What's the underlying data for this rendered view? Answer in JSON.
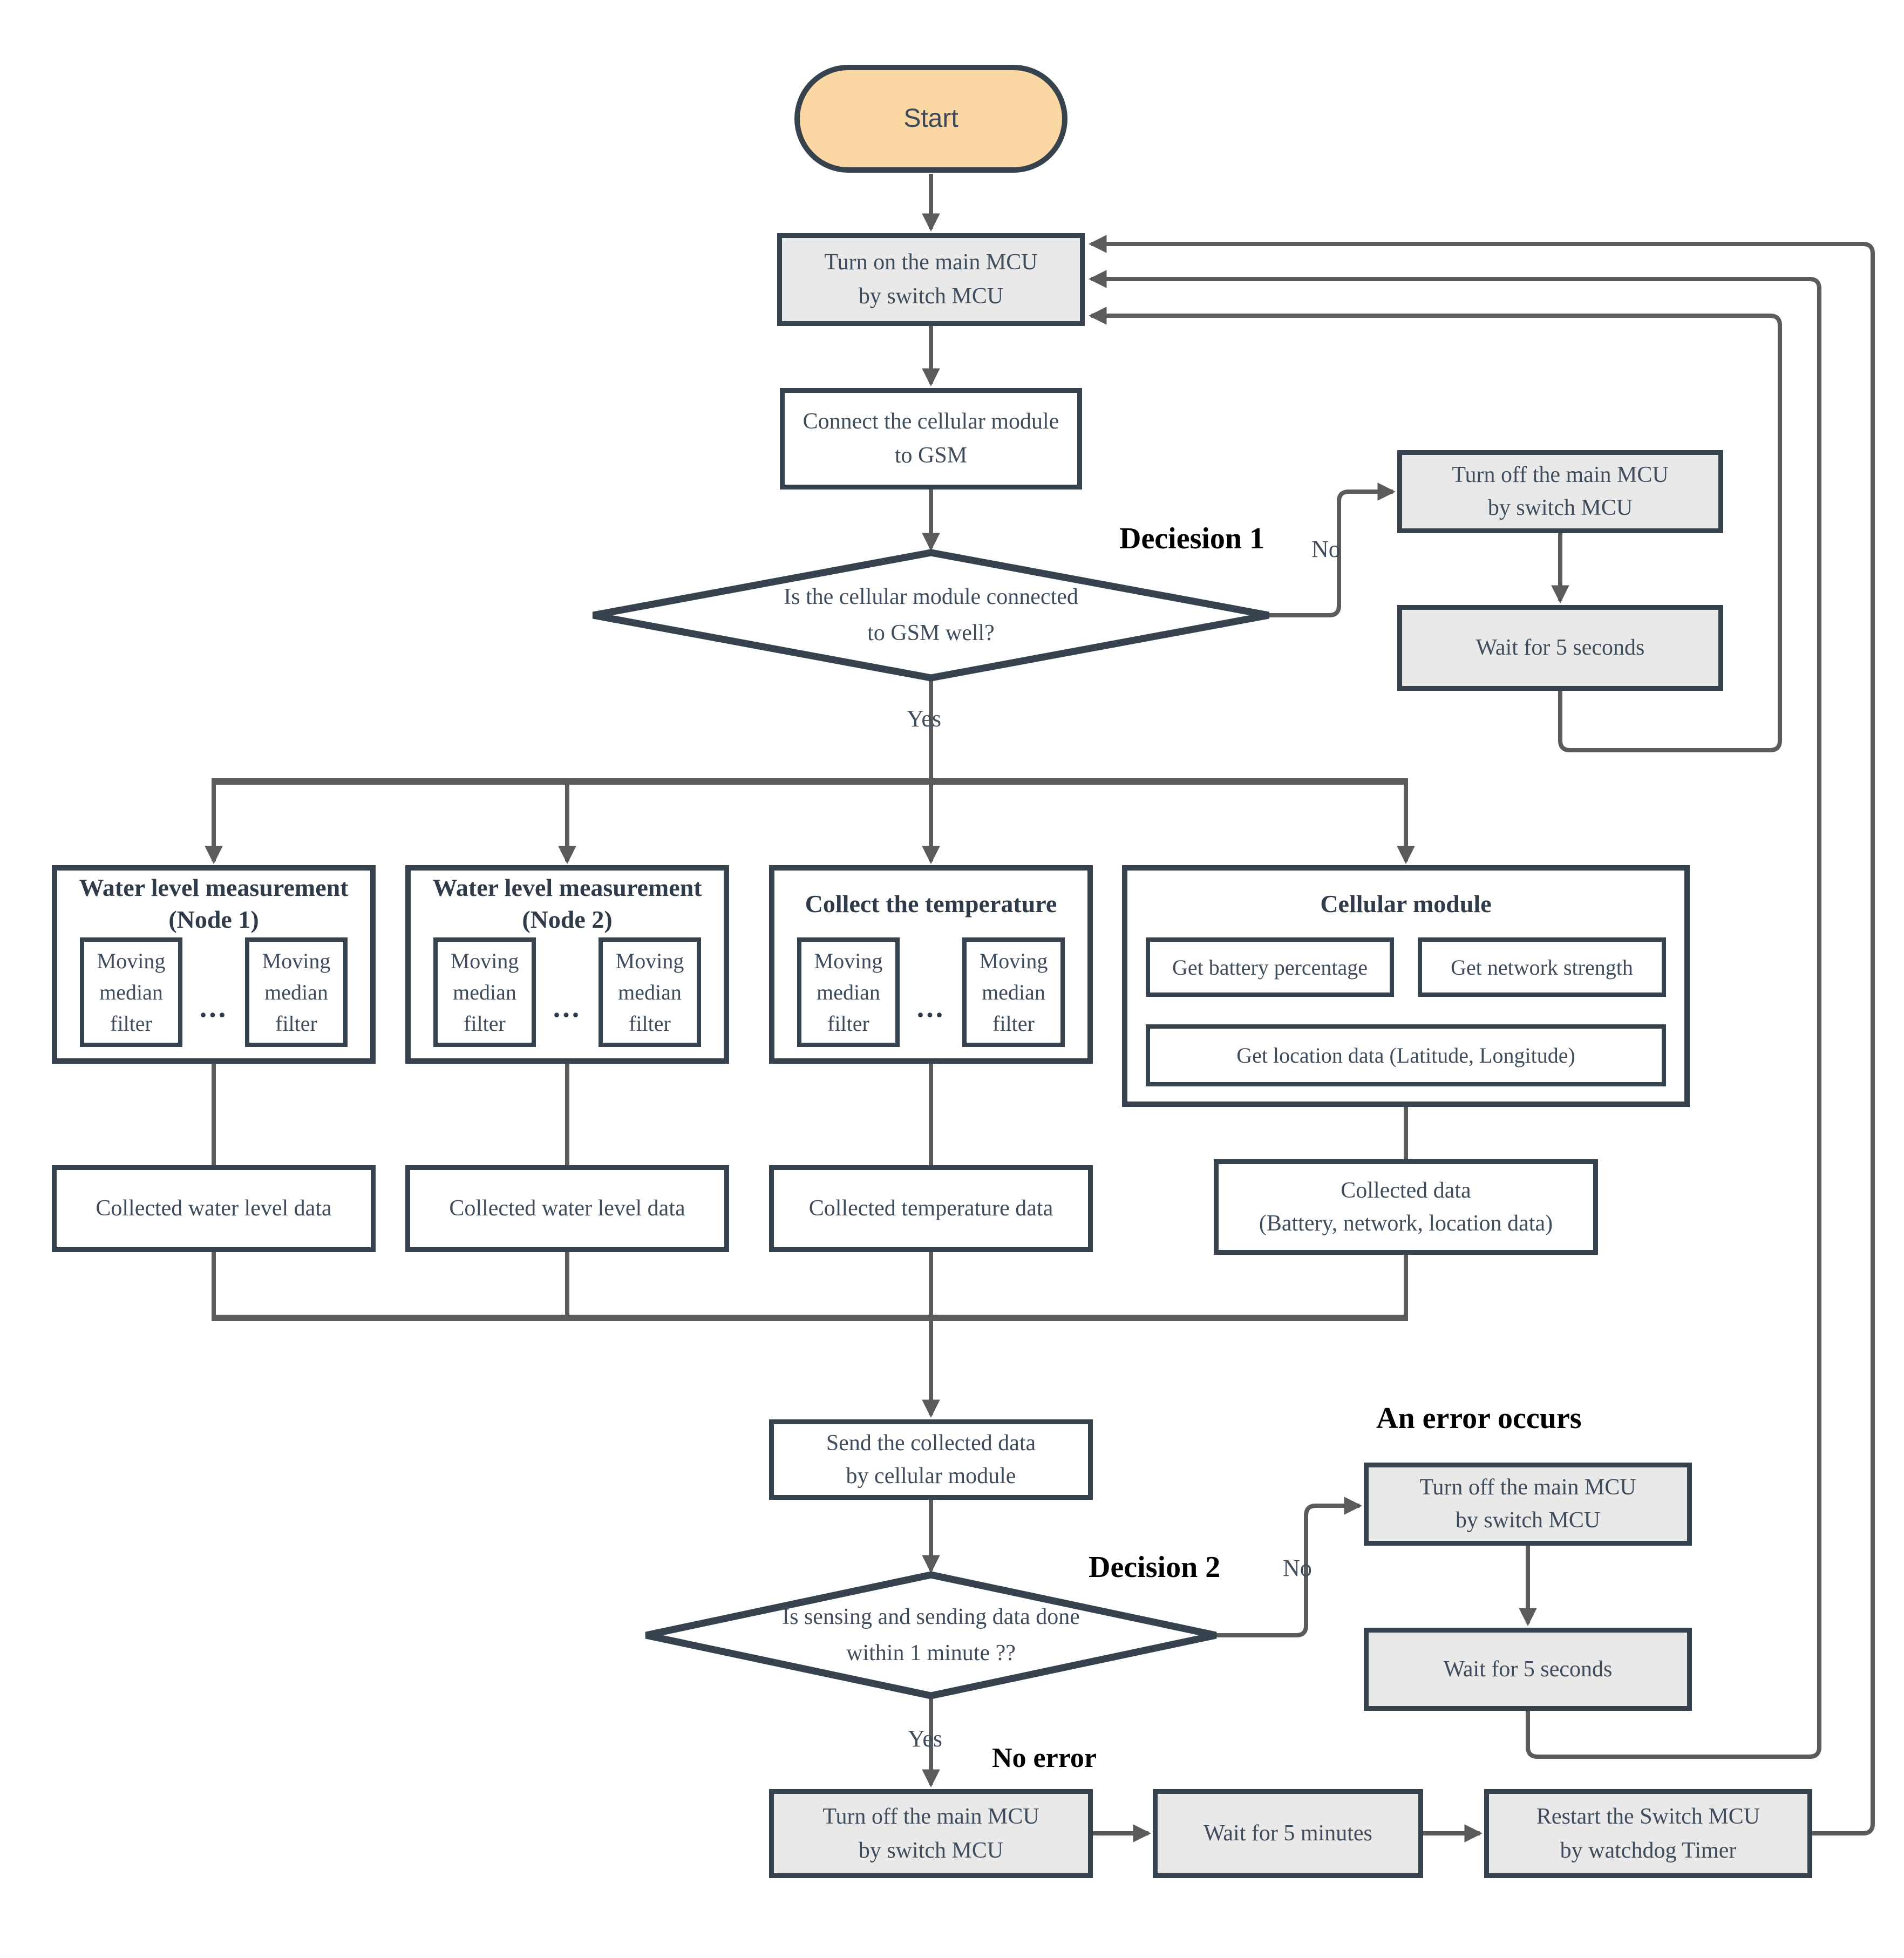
{
  "colors": {
    "ink": "#37424F",
    "text": "#3E4C5B",
    "title": "#2F3B48",
    "arrow": "#5B5B5B",
    "box_gray": "#E9E9E9",
    "start_fill": "#FBD7A3",
    "label_black": "#000000"
  },
  "nodes": {
    "start": {
      "label": "Start"
    },
    "turn_on_main": {
      "line1": "Turn on the main MCU",
      "line2": "by switch MCU"
    },
    "connect_gsm": {
      "line1": "Connect the cellular module",
      "line2": "to GSM"
    },
    "decision1": {
      "line1": "Is the cellular module connected",
      "line2": "to GSM well?"
    },
    "turn_off_d1": {
      "line1": "Turn off the main MCU",
      "line2": "by switch MCU"
    },
    "wait_d1": {
      "label": "Wait for 5 seconds"
    },
    "node1": {
      "title1": "Water level measurement",
      "title2": "(Node 1)"
    },
    "node2": {
      "title1": "Water level measurement",
      "title2": "(Node 2)"
    },
    "temperature": {
      "title": "Collect the temperature"
    },
    "cellular": {
      "title": "Cellular module",
      "battery": "Get battery percentage",
      "network": "Get network strength",
      "location": "Get location data (Latitude, Longitude)"
    },
    "collected_wl1": {
      "label": "Collected water level data"
    },
    "collected_wl2": {
      "label": "Collected water level data"
    },
    "collected_temp": {
      "label": "Collected temperature data"
    },
    "collected_cell": {
      "line1": "Collected data",
      "line2": "(Battery, network, location data)"
    },
    "send_data": {
      "line1": "Send the collected data",
      "line2": "by cellular module"
    },
    "decision2": {
      "line1": "Is sensing and sending data done",
      "line2": "within 1 minute ??"
    },
    "turn_off_d2": {
      "line1": "Turn off the main MCU",
      "line2": "by switch MCU"
    },
    "wait_d2": {
      "label": "Wait for 5 seconds"
    },
    "turn_off_final": {
      "line1": "Turn off the main MCU",
      "line2": "by switch MCU"
    },
    "wait_5min": {
      "label": "Wait for 5 minutes"
    },
    "restart": {
      "line1": "Restart the Switch MCU",
      "line2": "by watchdog Timer"
    }
  },
  "shared": {
    "moving_median_filter": "Moving median filter",
    "ellipsis": "..."
  },
  "labels": {
    "decision1_title": "Deciesion 1",
    "decision2_title": "Decision 2",
    "an_error": "An error occurs",
    "no_error": "No error",
    "yes1": "Yes",
    "no1": "No",
    "yes2": "Yes",
    "no2": "No"
  }
}
